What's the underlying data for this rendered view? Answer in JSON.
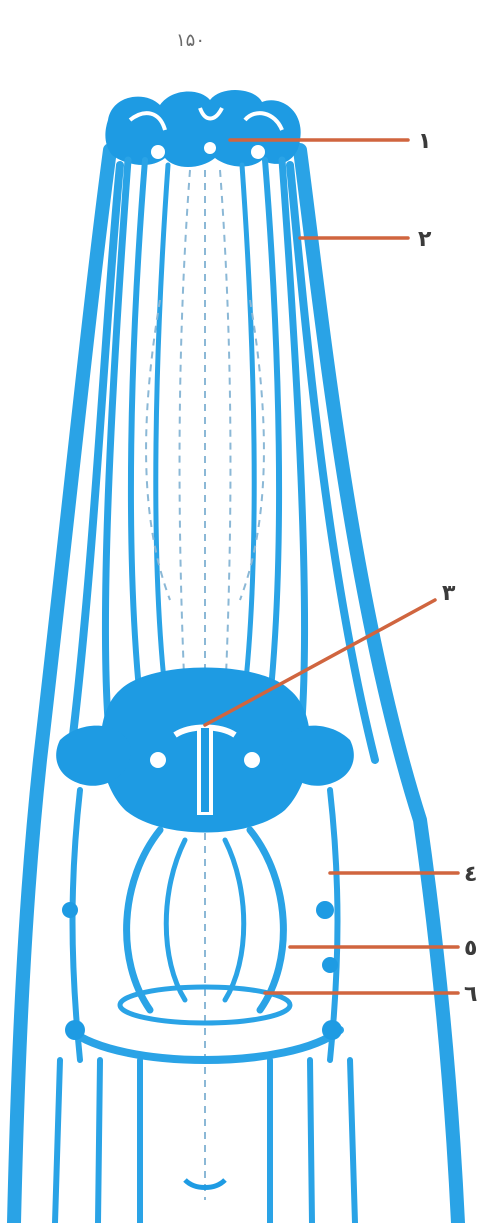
{
  "figure": {
    "title": "۱۵۰"
  },
  "labels": [
    "۱",
    "۲",
    "۳",
    "٤",
    "٥",
    "٦"
  ],
  "colors": {
    "structure": "#1e9be3",
    "leader_lines": "#d0653f",
    "text": "#3b3b3b"
  }
}
